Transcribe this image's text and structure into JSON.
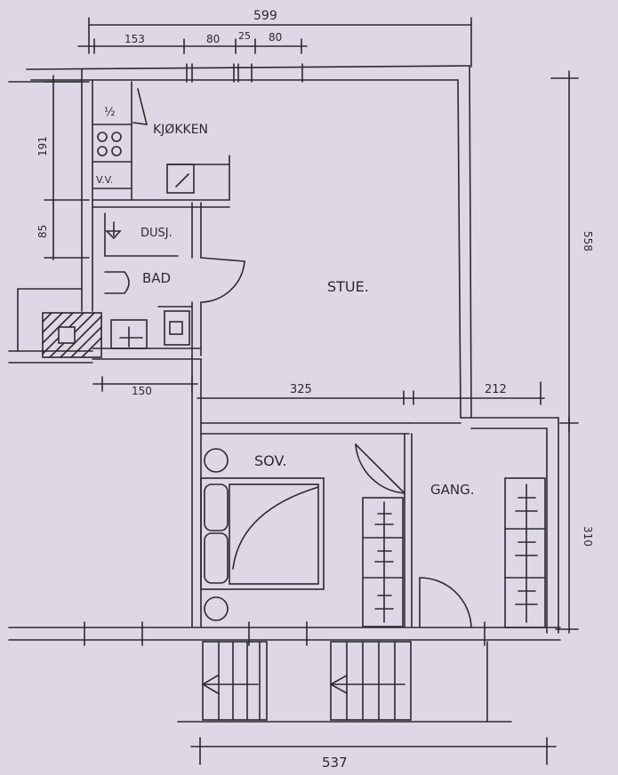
{
  "colors": {
    "paper": "#ded7e6",
    "ink": "#2b2a2e",
    "wall_fill": "#e8e4ec"
  },
  "rooms": {
    "kitchen": "KJØKKEN",
    "vv": "V.V.",
    "shower": "DUSJ.",
    "bath": "BAD",
    "living": "STUE.",
    "bedroom": "SOV.",
    "hall": "GANG."
  },
  "dimensions": {
    "top_total": "599",
    "top_153": "153",
    "top_80a": "80",
    "top_25": "25",
    "top_80b": "80",
    "left_191": "191",
    "left_85": "85",
    "right_558": "558",
    "right_310": "310",
    "mid_150": "150",
    "mid_325": "325",
    "mid_212": "212",
    "bottom_537": "537"
  },
  "symbols": {
    "kitchen_fraction": "½"
  }
}
